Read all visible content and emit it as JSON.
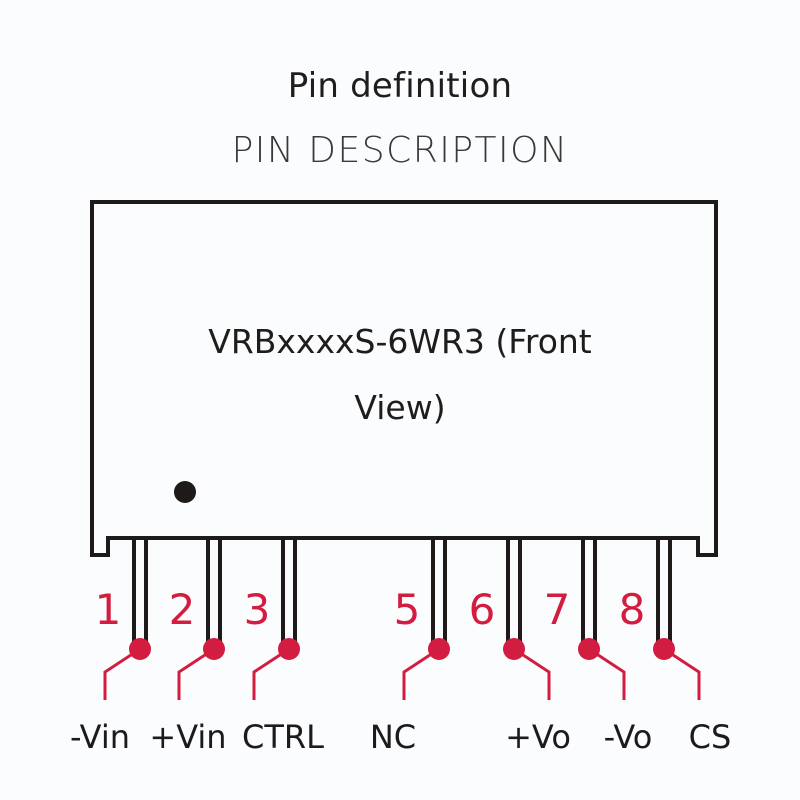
{
  "header": {
    "title": "Pin definition",
    "subtitle": "PIN DESCRIPTION"
  },
  "module": {
    "model_line1": "VRBxxxxS-6WR3 (Front",
    "model_line2": "View)",
    "pin1_marker_icon": "filled-circle"
  },
  "colors": {
    "outline": "#1e1a1a",
    "accent": "#d21c40",
    "background": "#fbfcfd"
  },
  "pins": [
    {
      "number": "1",
      "label": "-Vin",
      "leader": "left"
    },
    {
      "number": "2",
      "label": "+Vin",
      "leader": "left"
    },
    {
      "number": "3",
      "label": "CTRL",
      "leader": "left"
    },
    {
      "number": "5",
      "label": "NC",
      "leader": "left"
    },
    {
      "number": "6",
      "label": "+Vo",
      "leader": "right"
    },
    {
      "number": "7",
      "label": "-Vo",
      "leader": "right"
    },
    {
      "number": "8",
      "label": "CS",
      "leader": "right"
    }
  ]
}
